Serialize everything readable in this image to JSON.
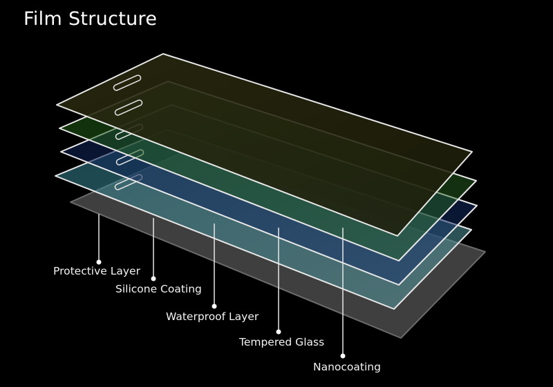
{
  "title": "Film Structure",
  "layers": [
    {
      "label": "Protective Layer",
      "color": "#8a8a8a"
    },
    {
      "label": "Silicone Coating",
      "color": "#3a8c9e"
    },
    {
      "label": "Waterproof Layer",
      "color": "#1a3a7a"
    },
    {
      "label": "Tempered Glass",
      "color": "#2f9a3a"
    },
    {
      "label": "Nanocoating",
      "color": "#7a7a2a"
    }
  ],
  "colors": {
    "background": "#000000",
    "outline": "#e8e8e8",
    "text": "#f2f2f2"
  }
}
